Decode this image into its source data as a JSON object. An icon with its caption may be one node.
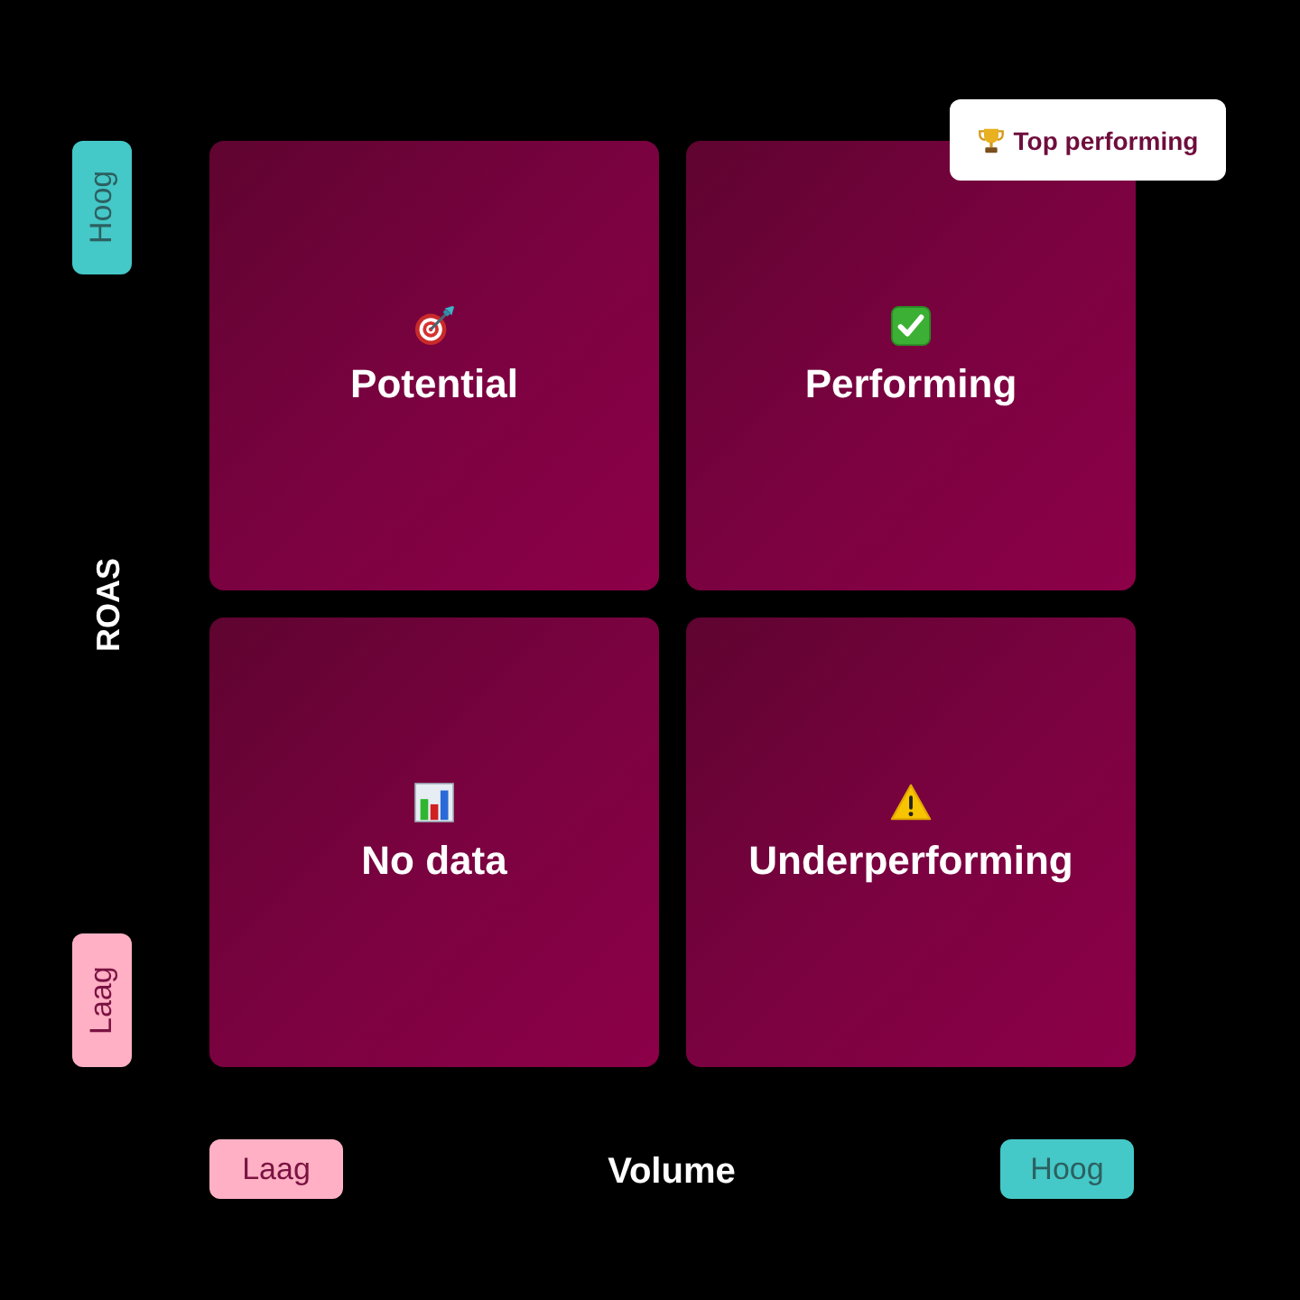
{
  "diagram": {
    "nodes": [
      {
        "text": [
          "Hoog"
        ]
      },
      {
        "text": [
          "Top performing"
        ]
      },
      {
        "text": [
          "Potential"
        ]
      },
      {
        "text": [
          "Performing"
        ]
      },
      {
        "text": [
          "No data"
        ]
      },
      {
        "text": [
          "Underperforming"
        ]
      },
      {
        "text": [
          "Laag"
        ]
      },
      {
        "text": [
          "Laag"
        ]
      },
      {
        "text": [
          "Hoog"
        ]
      }
    ],
    "labels": [
      "ROAS",
      "Volume"
    ]
  }
}
